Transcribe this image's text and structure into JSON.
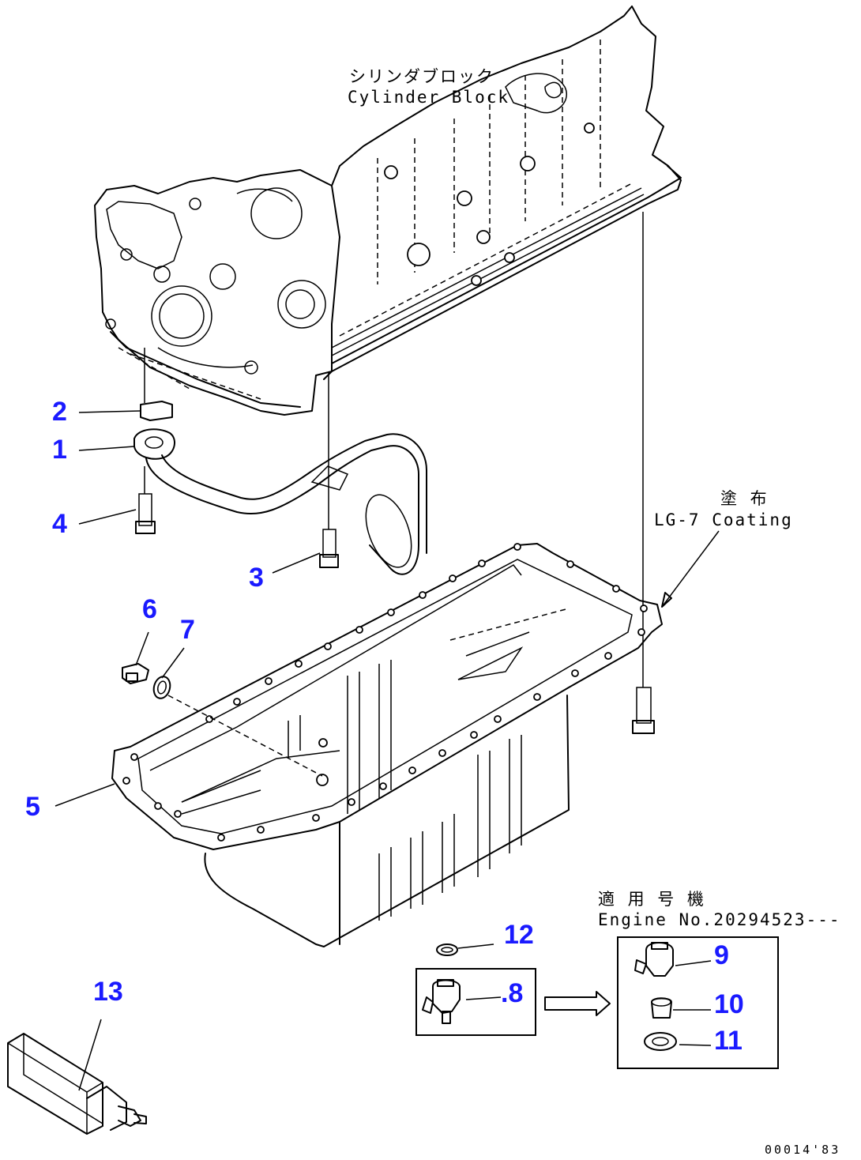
{
  "labels": {
    "cylinder_block_jp": "シリンダブロック",
    "cylinder_block_en": "Cylinder Block",
    "coating_jp": "塗 布",
    "coating_en": "LG-7 Coating",
    "serial_jp": "適 用 号 機",
    "serial_en": "Engine No.20294523---",
    "figure_no": "00014'83"
  },
  "callouts": [
    {
      "id": "1",
      "text": "1"
    },
    {
      "id": "2",
      "text": "2"
    },
    {
      "id": "3",
      "text": "3"
    },
    {
      "id": "4",
      "text": "4"
    },
    {
      "id": "5",
      "text": "5"
    },
    {
      "id": "6",
      "text": "6"
    },
    {
      "id": "7",
      "text": "7"
    },
    {
      "id": "8",
      "text": ".8"
    },
    {
      "id": "9",
      "text": "9"
    },
    {
      "id": "10",
      "text": "10"
    },
    {
      "id": "11",
      "text": "11"
    },
    {
      "id": "12",
      "text": "12"
    },
    {
      "id": "13",
      "text": "13"
    }
  ],
  "colors": {
    "callout": "#1a1aff",
    "line": "#000000",
    "background": "#ffffff"
  }
}
